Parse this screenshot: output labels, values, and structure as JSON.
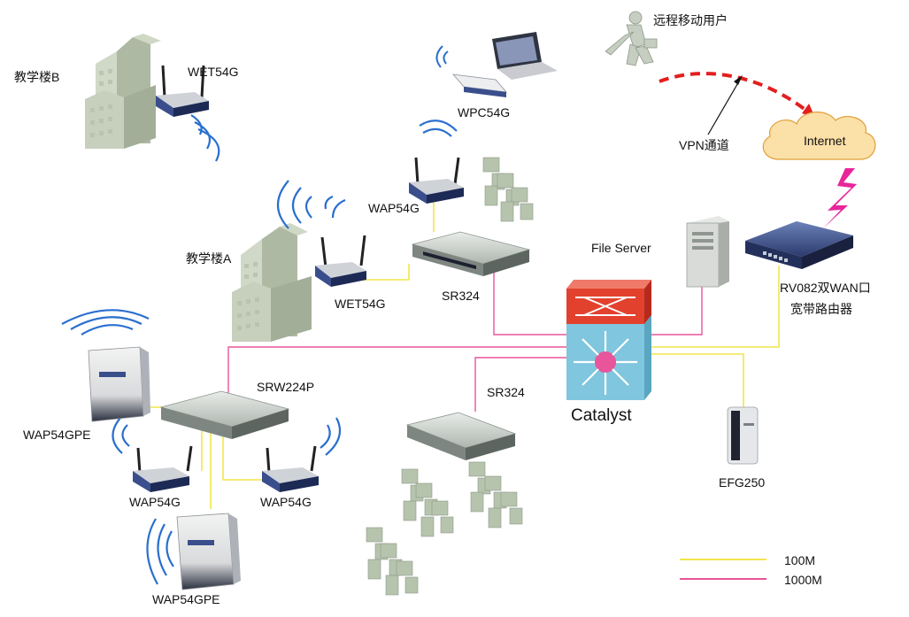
{
  "colors": {
    "line_100m": "#f2e64a",
    "line_1000m": "#e8559a",
    "vpn": "#e41e1e",
    "building": "#c2cdb8",
    "pc": "#b7c4ad",
    "catalyst_top": "#e2412e",
    "catalyst_body": "#7fc6de",
    "cloud": "#fbe0a8"
  },
  "labels": {
    "building_b": "教学楼B",
    "wet54g_top": "WET54G",
    "wpc54g": "WPC54G",
    "remote_user": "远程移动用户",
    "vpn_tunnel": "VPN通道",
    "internet": "Internet",
    "wap54g_mid": "WAP54G",
    "building_a": "教学楼A",
    "wet54g_mid": "WET54G",
    "sr324_top": "SR324",
    "file_server": "File Server",
    "rv082_line1": "RV082双WAN口",
    "rv082_line2": "宽带路由器",
    "srw224p": "SRW224P",
    "sr324_bottom": "SR324",
    "catalyst": "Catalyst",
    "wap54gpe_top": "WAP54GPE",
    "wap54g_left": "WAP54G",
    "wap54g_right": "WAP54G",
    "efg250": "EFG250",
    "wap54gpe_bottom": "WAP54GPE"
  },
  "legend": [
    {
      "label": "100M",
      "color": "#f2e64a"
    },
    {
      "label": "1000M",
      "color": "#e8559a"
    }
  ]
}
